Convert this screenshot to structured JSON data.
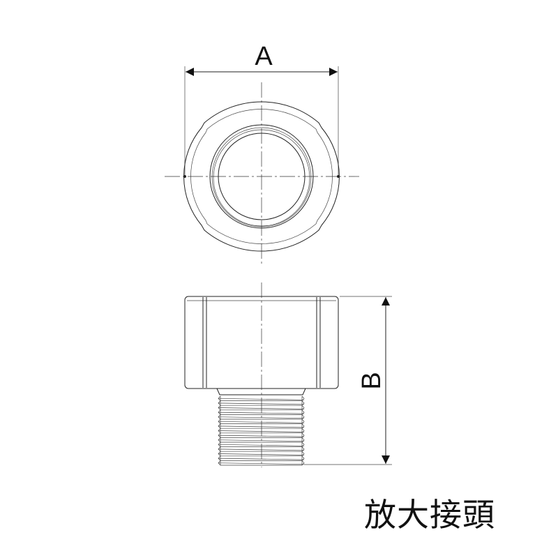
{
  "dimensions": {
    "a_label": "A",
    "b_label": "B"
  },
  "title": "放大接頭",
  "colors": {
    "line": "#222222",
    "background": "#ffffff"
  }
}
